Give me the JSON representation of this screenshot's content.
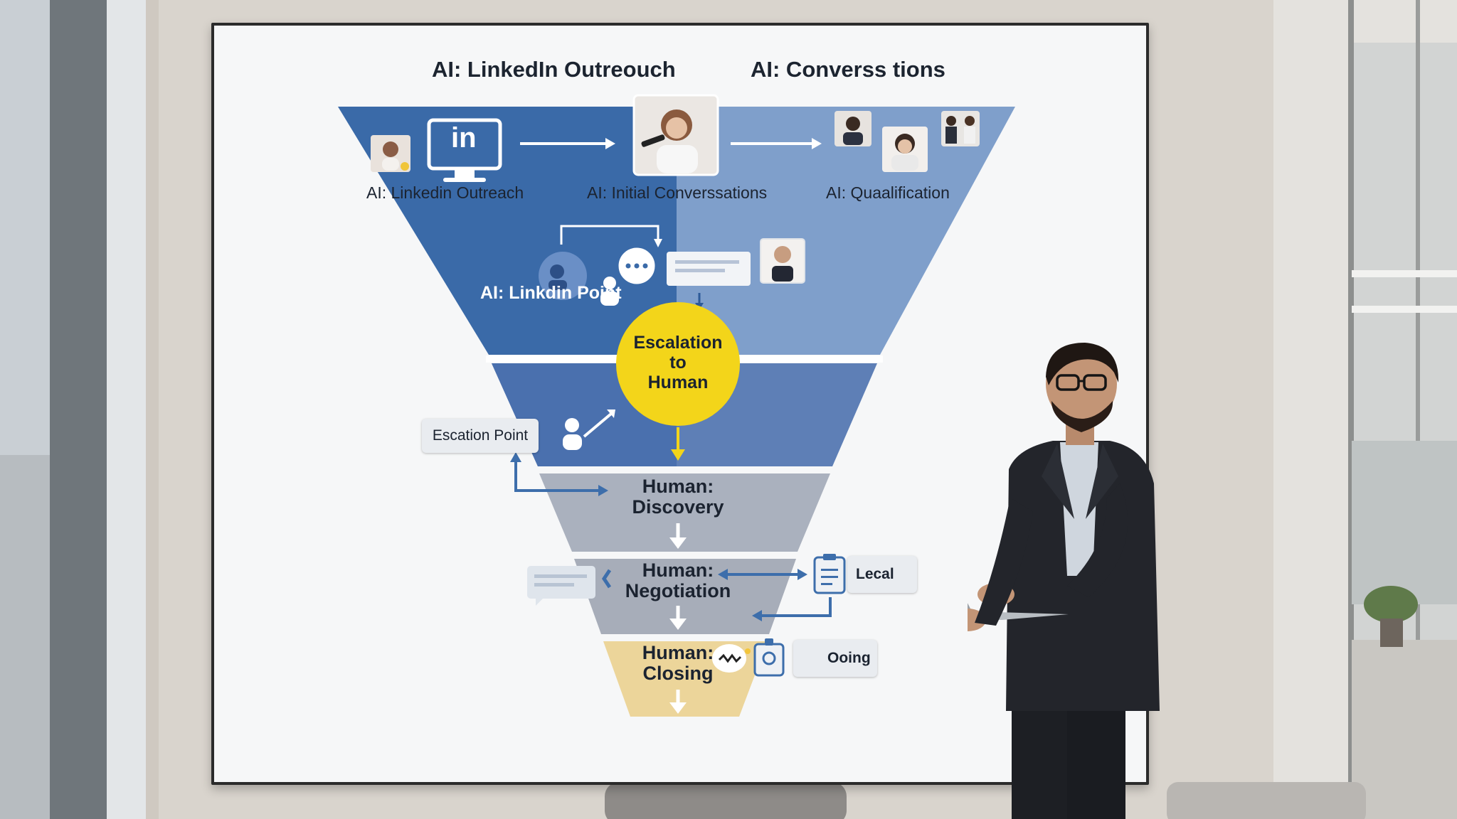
{
  "slide": {
    "headings": {
      "left": "AI: LinkedIn Outreouch",
      "right": "AI: Converss tions"
    },
    "column_labels": {
      "outreach": "AI: Linkedin Outreach",
      "initial": "AI: Initial Converssations",
      "qualification": "AI: Quaalification"
    },
    "linkedin_point_label": "AI: Linkdin Point",
    "escalation_badge": {
      "line1": "Escalation",
      "line2": "to",
      "line3": "Human"
    },
    "escalation_point_label": "Escation Point",
    "stages": {
      "discovery": {
        "line1": "Human:",
        "line2": "Discovery"
      },
      "negotiation": {
        "line1": "Human:",
        "line2": "Negotiation"
      },
      "closing": {
        "line1": "Human:",
        "line2": "Closing"
      }
    },
    "side_callouts": {
      "legal": "Lecal",
      "ongoing": "Ooing"
    },
    "linkedin_logo_text": "in"
  },
  "colors": {
    "funnel_top_dark": "#3a6aa8",
    "funnel_top_light": "#7f9fcb",
    "funnel_band2": "#5e7fb6",
    "funnel_grey": "#a9b0bd",
    "funnel_closing": "#ecd59a",
    "escalation_yellow": "#f3d51a",
    "arrow_blue": "#3d6eab"
  }
}
